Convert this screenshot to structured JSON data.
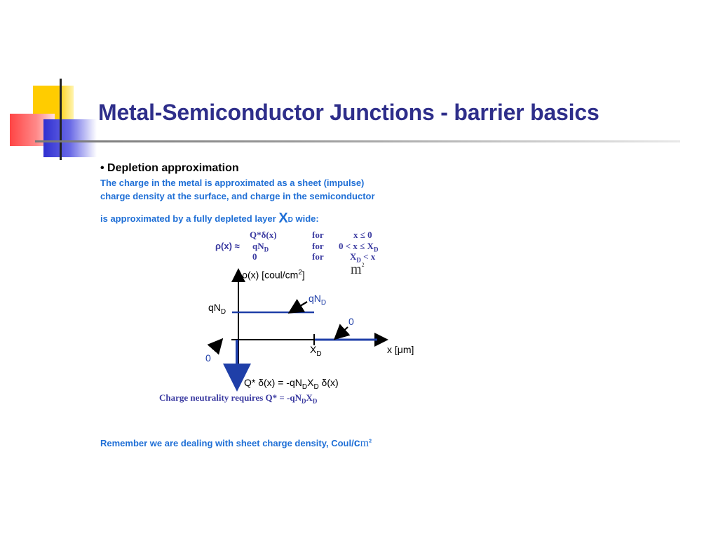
{
  "slide": {
    "title": "Metal-Semiconductor Junctions - barrier basics",
    "bullet_heading": "• Depletion approximation",
    "intro_line1": "The charge in the metal is approximated as a sheet (impulse)",
    "intro_line2": "charge density at the surface, and charge in the semiconductor",
    "intro_line3_prefix": "is approximated by a fully depleted layer ",
    "intro_line3_symbol": "X",
    "intro_line3_sub": "D",
    "intro_line3_suffix": " wide:",
    "remember_prefix": "Remember we are dealing with sheet charge density, Coul/",
    "remember_unit_c": "c",
    "remember_unit_m": "m",
    "remember_unit_sup": "2"
  },
  "equation": {
    "lhs": "ρ(x) ≈",
    "rows": [
      {
        "value": "Q*δ(x)",
        "for": "for",
        "condition": "x ≤ 0"
      },
      {
        "value": "qN",
        "value_sub": "D",
        "for": "for",
        "condition": "0  <  x ≤ X",
        "condition_sub": "D"
      },
      {
        "value": "0",
        "for": "for",
        "condition": "X",
        "condition_sub": "D",
        "condition_tail": " < x"
      }
    ],
    "stray_unit": "m",
    "stray_sup": "2"
  },
  "figure": {
    "y_axis_label": "ρ(x)  [coul/cm",
    "y_axis_label_sup": "2",
    "y_axis_label_end": "]",
    "level_label": "qN",
    "level_label_sub": "D",
    "level_callout": "qN",
    "level_callout_sub": "D",
    "zero_right": "0",
    "zero_left": "0",
    "xd_tick_label": "X",
    "xd_tick_label_sub": "D",
    "x_axis_label": "x  [μm]",
    "impulse_label": "Q*  δ(x) = -qN",
    "impulse_label_sub1": "D",
    "impulse_label_mid": "X",
    "impulse_label_sub2": "D",
    "impulse_label_end": " δ(x)",
    "neutrality_prefix": "Charge neutrality requires Q* = -qN",
    "neutrality_sub1": "D",
    "neutrality_mid": "X",
    "neutrality_sub2": "D"
  },
  "colors": {
    "title": "#2e2e8a",
    "body_text": "#1f6fd6",
    "plot_line": "#1f3fa8",
    "deco_yellow": "#ffcc00",
    "deco_red": "#ff5050",
    "deco_blue": "#3b3bd6"
  }
}
